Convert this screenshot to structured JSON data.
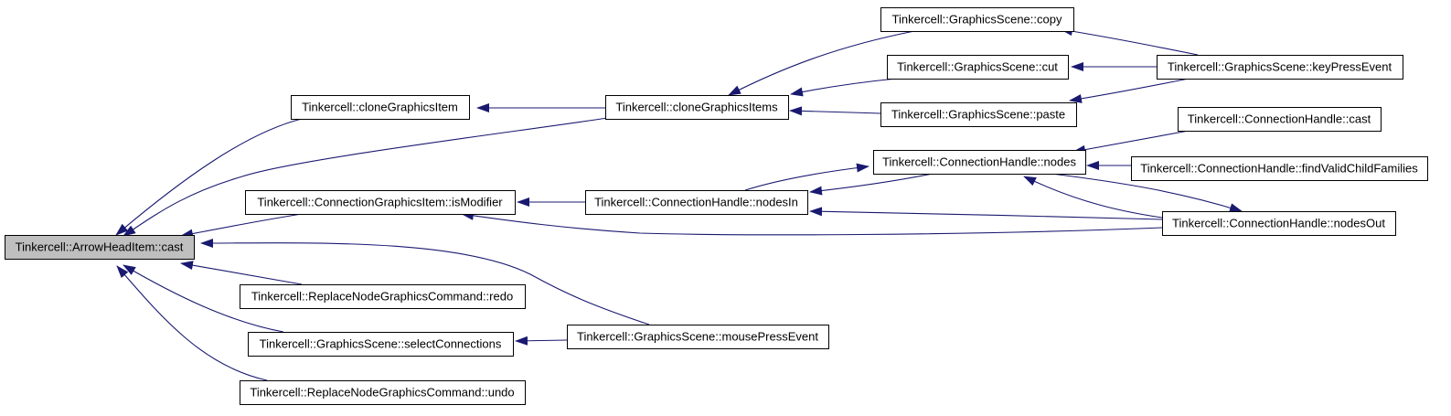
{
  "graph": {
    "colors": {
      "edge": "#191970",
      "node_fill": "#ffffff",
      "node_border": "#000000",
      "focus_fill": "#bfbfbf"
    },
    "nodes": [
      {
        "id": "n0",
        "label": "Tinkercell::ArrowHeadItem::cast",
        "focus": true
      },
      {
        "id": "n1",
        "label": "Tinkercell::cloneGraphicsItem"
      },
      {
        "id": "n2",
        "label": "Tinkercell::cloneGraphicsItems"
      },
      {
        "id": "n3",
        "label": "Tinkercell::GraphicsScene::copy"
      },
      {
        "id": "n4",
        "label": "Tinkercell::GraphicsScene::cut"
      },
      {
        "id": "n5",
        "label": "Tinkercell::GraphicsScene::paste"
      },
      {
        "id": "n6",
        "label": "Tinkercell::GraphicsScene::keyPressEvent"
      },
      {
        "id": "n7",
        "label": "Tinkercell::ConnectionGraphicsItem::isModifier"
      },
      {
        "id": "n8",
        "label": "Tinkercell::ConnectionHandle::nodesIn"
      },
      {
        "id": "n9",
        "label": "Tinkercell::ConnectionHandle::nodes"
      },
      {
        "id": "n10",
        "label": "Tinkercell::ConnectionHandle::cast"
      },
      {
        "id": "n11",
        "label": "Tinkercell::ConnectionHandle::findValidChildFamilies"
      },
      {
        "id": "n12",
        "label": "Tinkercell::ConnectionHandle::nodesOut"
      },
      {
        "id": "n13",
        "label": "Tinkercell::ReplaceNodeGraphicsCommand::redo"
      },
      {
        "id": "n14",
        "label": "Tinkercell::GraphicsScene::selectConnections"
      },
      {
        "id": "n15",
        "label": "Tinkercell::GraphicsScene::mousePressEvent"
      },
      {
        "id": "n16",
        "label": "Tinkercell::ReplaceNodeGraphicsCommand::undo"
      }
    ],
    "edges": [
      {
        "from": "n1",
        "to": "n0"
      },
      {
        "from": "n2",
        "to": "n0"
      },
      {
        "from": "n7",
        "to": "n0"
      },
      {
        "from": "n15",
        "to": "n0"
      },
      {
        "from": "n13",
        "to": "n0"
      },
      {
        "from": "n14",
        "to": "n0"
      },
      {
        "from": "n16",
        "to": "n0"
      },
      {
        "from": "n2",
        "to": "n1"
      },
      {
        "from": "n3",
        "to": "n2"
      },
      {
        "from": "n4",
        "to": "n2"
      },
      {
        "from": "n5",
        "to": "n2"
      },
      {
        "from": "n6",
        "to": "n3"
      },
      {
        "from": "n6",
        "to": "n4"
      },
      {
        "from": "n6",
        "to": "n5"
      },
      {
        "from": "n8",
        "to": "n7"
      },
      {
        "from": "n12",
        "to": "n7"
      },
      {
        "from": "n9",
        "to": "n8"
      },
      {
        "from": "n12",
        "to": "n8"
      },
      {
        "from": "n8",
        "to": "n9"
      },
      {
        "from": "n10",
        "to": "n9"
      },
      {
        "from": "n11",
        "to": "n9"
      },
      {
        "from": "n12",
        "to": "n9"
      },
      {
        "from": "n9",
        "to": "n12"
      },
      {
        "from": "n15",
        "to": "n14"
      }
    ]
  }
}
